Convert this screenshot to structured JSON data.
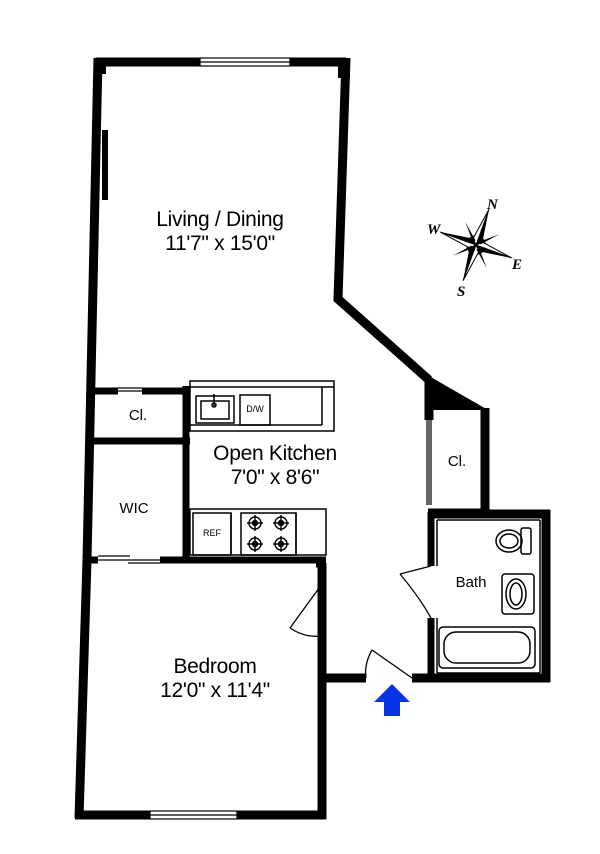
{
  "rooms": {
    "living": {
      "name": "Living / Dining",
      "dims": "11'7\" x 15'0\""
    },
    "kitchen": {
      "name": "Open Kitchen",
      "dims": "7'0\" x 8'6\""
    },
    "bedroom": {
      "name": "Bedroom",
      "dims": "12'0\" x 11'4\""
    },
    "closet_left": {
      "name": "Cl."
    },
    "closet_right": {
      "name": "Cl."
    },
    "wic": {
      "name": "WIC"
    },
    "bath": {
      "name": "Bath"
    }
  },
  "appliances": {
    "dishwasher": "D/W",
    "refrigerator": "REF"
  },
  "compass": {
    "n": "N",
    "e": "E",
    "s": "S",
    "w": "W"
  },
  "colors": {
    "wall": "#000000",
    "entry_arrow": "#0a33e6"
  },
  "icons": {
    "entry": "entry-arrow-icon",
    "compass": "compass-rose-icon"
  }
}
